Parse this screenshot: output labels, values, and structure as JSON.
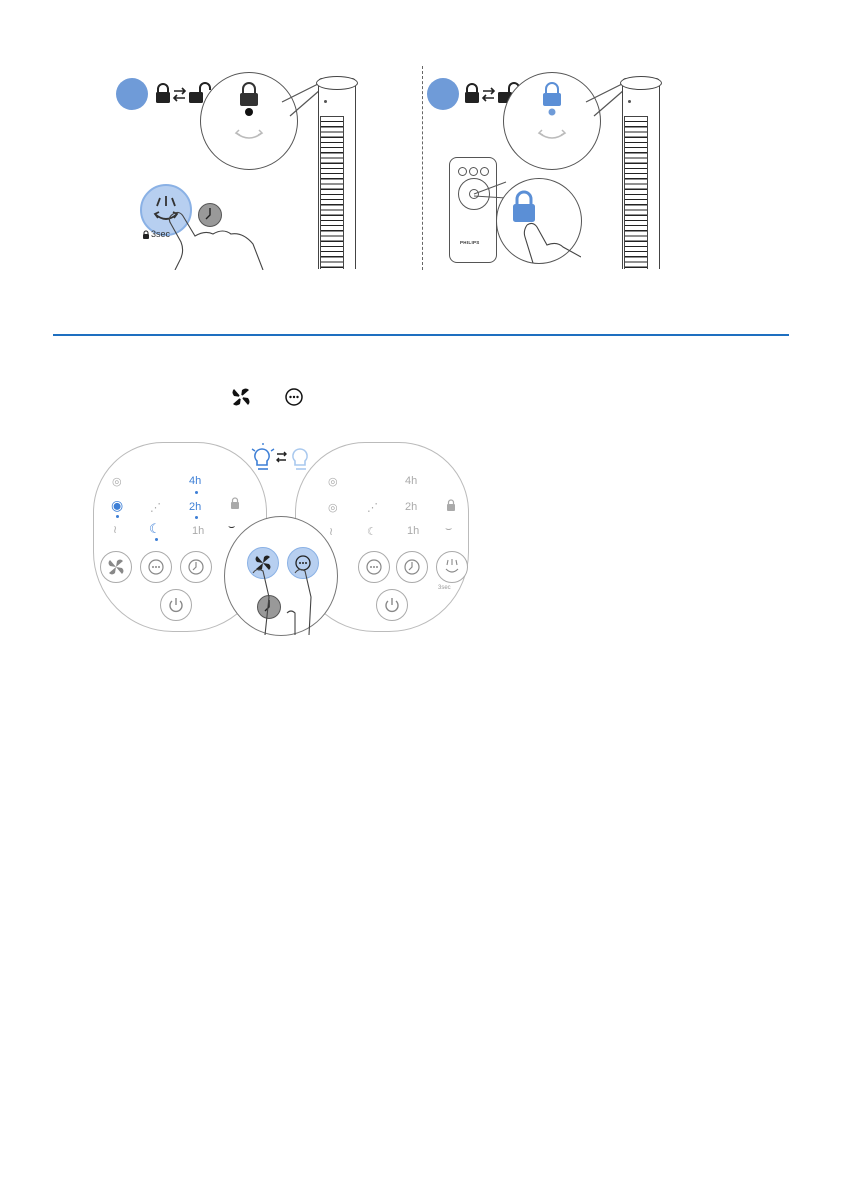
{
  "page": {
    "width": 842,
    "height": 1191
  },
  "step_left": {
    "lock_unlock_icons": [
      "lock-icon",
      "swap-arrows-icon",
      "unlock-icon"
    ],
    "press_duration_label": "3sec"
  },
  "step_right": {
    "lock_unlock_icons": [
      "lock-icon",
      "swap-arrows-icon",
      "unlock-icon"
    ],
    "remote_brand": "PHILIPS"
  },
  "panel_left": {
    "timer_labels": [
      "4h",
      "2h",
      "1h"
    ]
  },
  "panel_right": {
    "timer_labels": [
      "4h",
      "2h",
      "1h"
    ],
    "lock_button_caption": "3sec"
  },
  "inline_icons": [
    "fan-speed-icon",
    "mode-icon"
  ],
  "light_toggle_icons": [
    "light-on-icon",
    "swap-arrows-icon",
    "light-off-icon"
  ],
  "colors": {
    "accent_blue": "#6f9bd8",
    "divider_blue": "#1e6fc0",
    "active_icon_blue": "#3d7fd6",
    "panel_highlight": "#b7cff0",
    "faded_blue": "#a8c8ee"
  }
}
